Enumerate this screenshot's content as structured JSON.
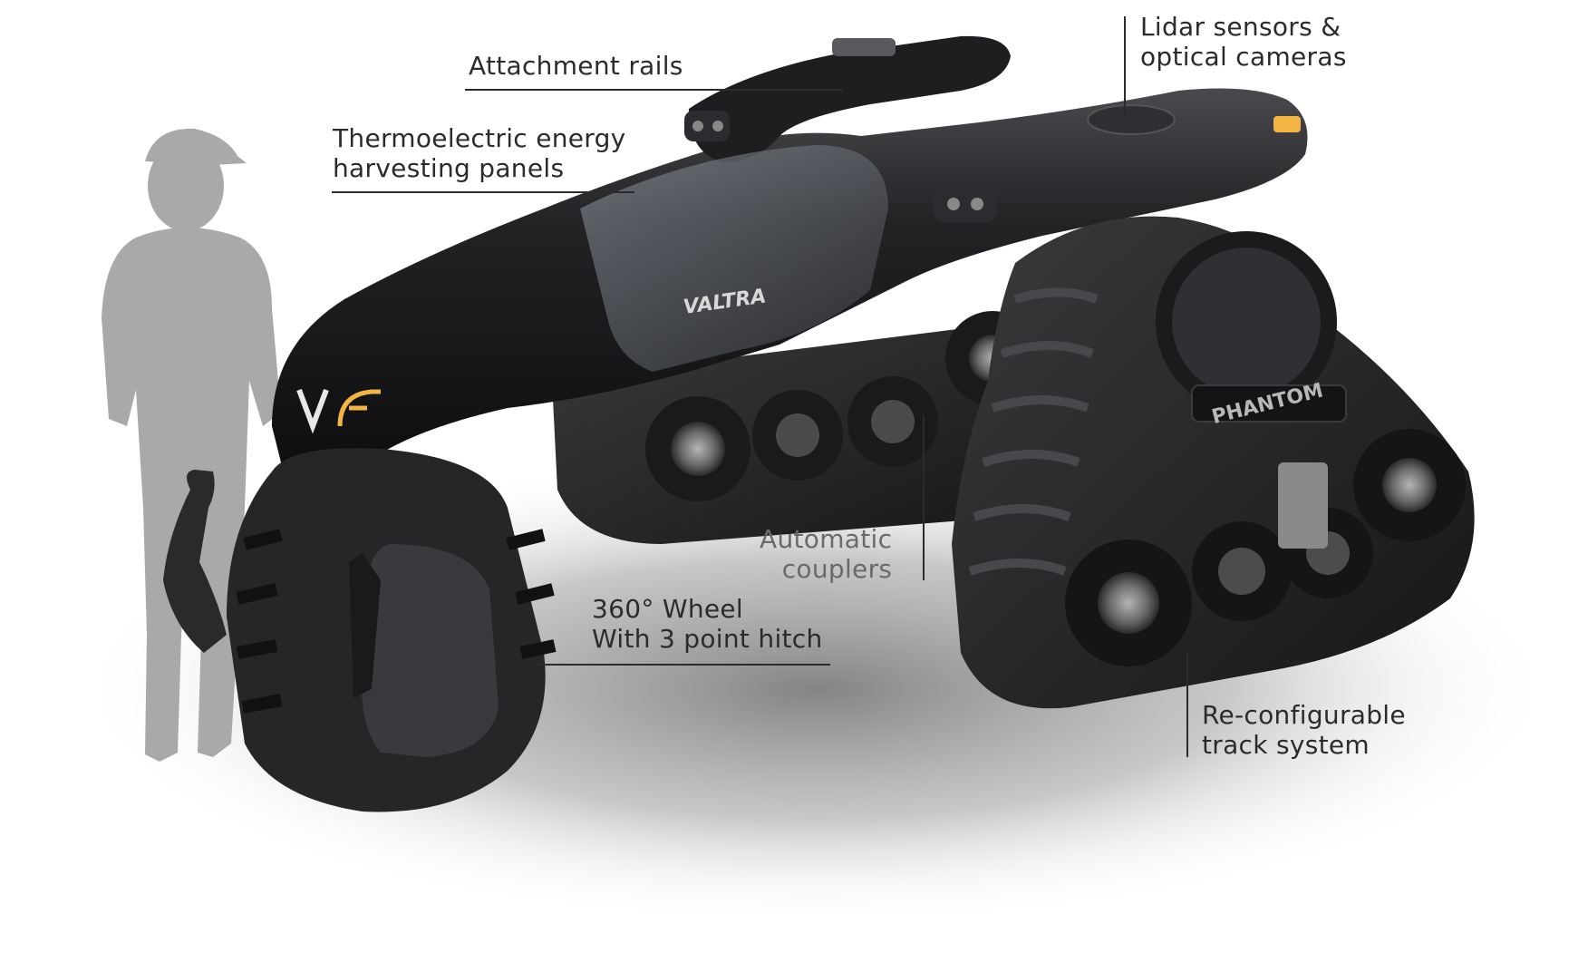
{
  "callouts": {
    "attachment_rails": {
      "line1": "Attachment rails"
    },
    "lidar": {
      "line1": "Lidar sensors &",
      "line2": "optical cameras"
    },
    "thermo": {
      "line1": "Thermoelectric energy",
      "line2": "harvesting panels"
    },
    "couplers": {
      "line1": "Automatic",
      "line2": "couplers"
    },
    "wheel": {
      "line1": "360° Wheel",
      "line2": "With 3 point hitch"
    },
    "track": {
      "line1": "Re-configurable",
      "line2": "track system"
    }
  },
  "vehicle": {
    "brand_badge": "VALTRA",
    "track_badge": "PHANTOM"
  },
  "colors": {
    "body": "#1c1c1e",
    "track": "#2a2a2c",
    "person_silhouette": "#a9a9a9",
    "shadow": "#8e8e8e",
    "accent_light": "#f2b544",
    "callout_line": "#2b2b2b"
  }
}
